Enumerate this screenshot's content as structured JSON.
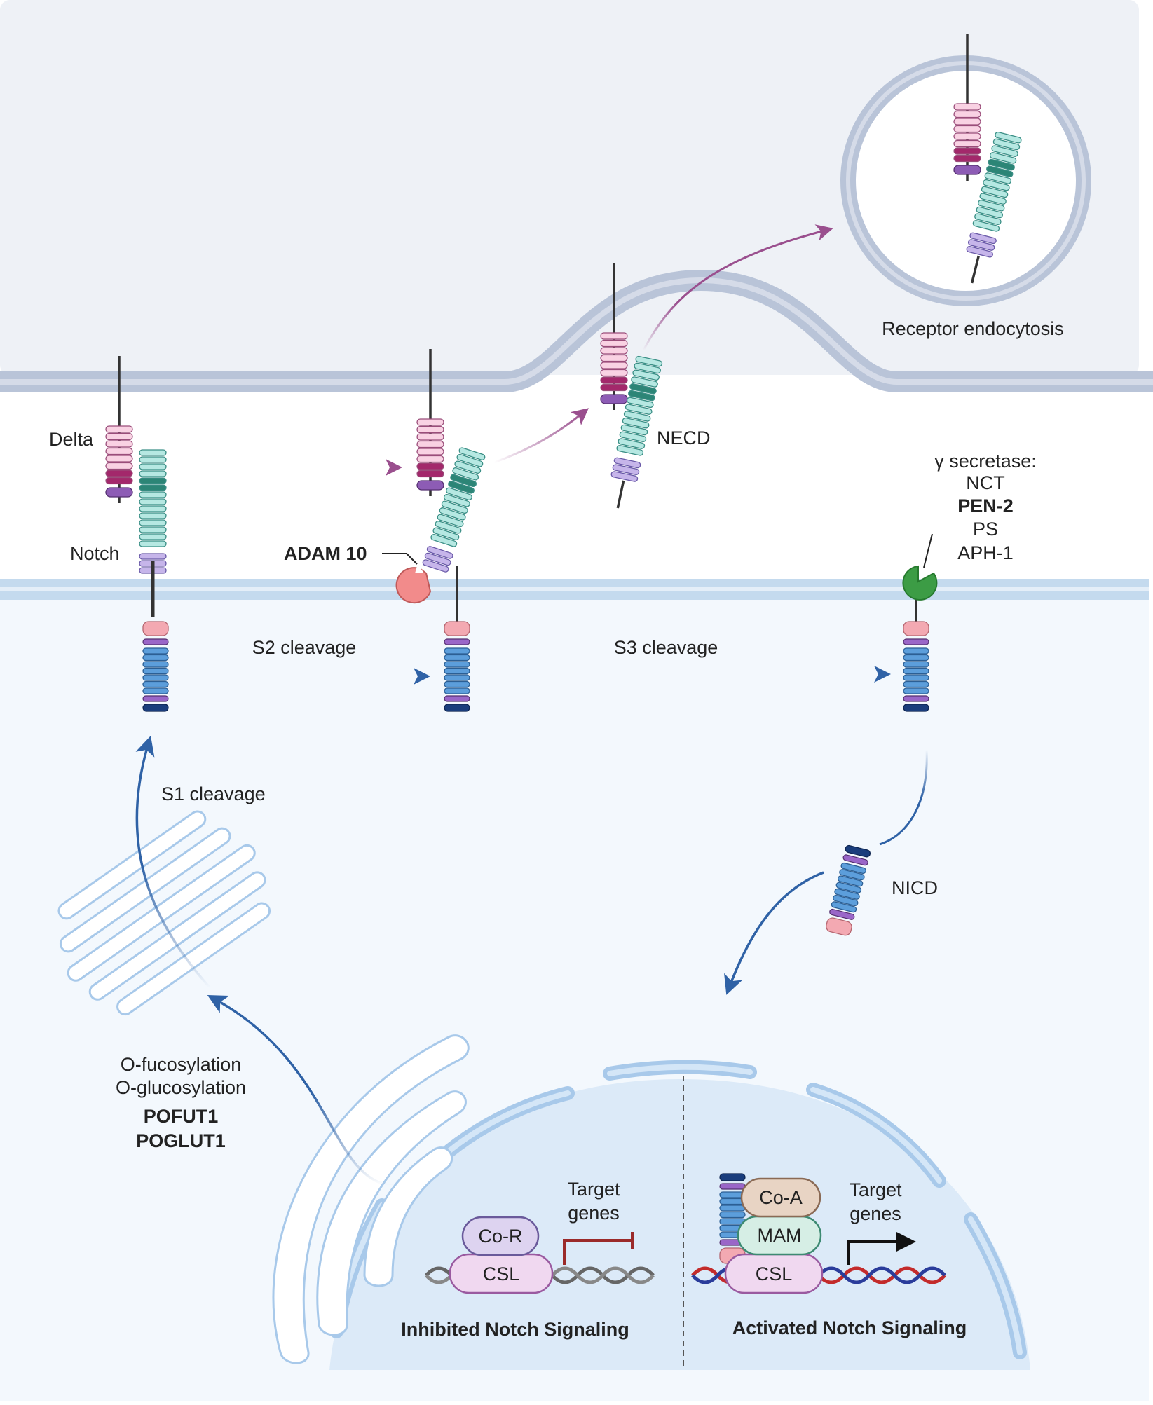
{
  "labels": {
    "delta": "Delta",
    "notch": "Notch",
    "adam10": "ADAM 10",
    "necd": "NECD",
    "receptor_endocytosis": "Receptor endocytosis",
    "gamma_secretase_title": "γ secretase:",
    "gamma_components": [
      "NCT",
      "PEN-2",
      "PS",
      "APH-1"
    ],
    "s2_cleavage": "S2 cleavage",
    "s3_cleavage": "S3 cleavage",
    "s1_cleavage": "S1 cleavage",
    "nicd": "NICD",
    "o_fucosylation": "O-fucosylation",
    "o_glucosylation": "O-glucosylation",
    "pofut1": "POFUT1",
    "poglut1": "POGLUT1",
    "co_r": "Co-R",
    "csl": "CSL",
    "co_a": "Co-A",
    "mam": "MAM",
    "target": "Target",
    "genes": "genes",
    "inhibited": "Inhibited Notch Signaling",
    "activated": "Activated Notch Signaling"
  },
  "colors": {
    "upper_cell_bg": "#eef1f6",
    "lower_cell_bg": "#f3f8fd",
    "upper_membrane": "#b9c4d8",
    "lower_membrane": "#c4daee",
    "delta_light": "#f9d2e3",
    "delta_dark": "#a3286b",
    "delta_purple": "#8d5cb5",
    "notch_light": "#b6e8e2",
    "notch_dark": "#2c8576",
    "notch_lilac": "#c6b5ea",
    "nicd_blue": "#5c9edb",
    "nicd_navy": "#1a3d7c",
    "pink_domain": "#f3a9b2",
    "adam10": "#f28b8b",
    "gamma_secretase": "#3c9c45",
    "purple_arrow": "#9a4f8e",
    "blue_arrow": "#2f62a6",
    "repressor": "#9b2a2a",
    "nucleus": "#dceaf8"
  }
}
